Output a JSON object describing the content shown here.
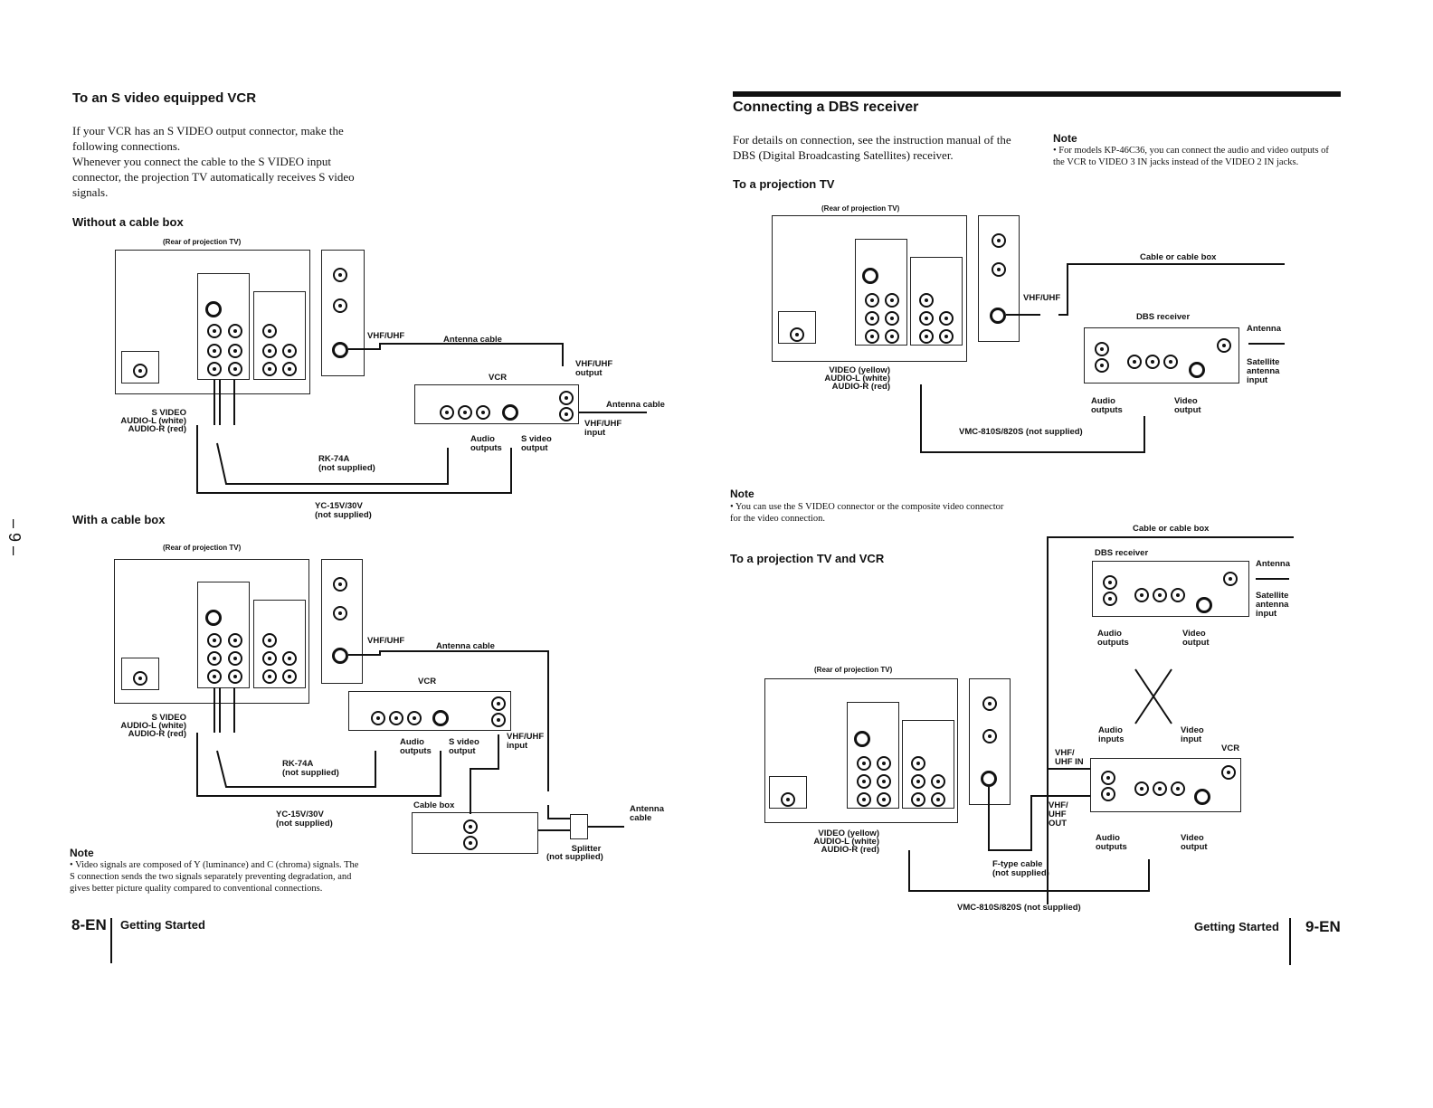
{
  "left": {
    "title": "To an S video equipped VCR",
    "intro1": "If your VCR has an S VIDEO output connector, make the following connections.",
    "intro2": "Whenever you connect the cable to the S VIDEO input connector, the projection TV automatically receives S video signals.",
    "sub1": "Without a cable box",
    "sub2": "With a cable box",
    "diagram1": {
      "rear": "(Rear of projection TV)",
      "vhf": "VHF/UHF",
      "antenna_cable": "Antenna cable",
      "vcr": "VCR",
      "vhf_output": "VHF/UHF output",
      "antenna_cable2": "Antenna cable",
      "vhf_input": "VHF/UHF input",
      "audio_outputs": "Audio outputs",
      "svideo_output": "S video output",
      "svideo": "S VIDEO",
      "audio_l": "AUDIO-L (white)",
      "audio_r": "AUDIO-R (red)",
      "rk": "RK-74A",
      "rk_ns": "(not supplied)",
      "yc": "YC-15V/30V",
      "yc_ns": "(not supplied)"
    },
    "diagram2": {
      "rear": "(Rear of projection TV)",
      "vhf": "VHF/UHF",
      "antenna_cable": "Antenna cable",
      "vcr": "VCR",
      "vhf_input": "VHF/UHF input",
      "audio_outputs": "Audio outputs",
      "svideo_output": "S video output",
      "svideo": "S VIDEO",
      "audio_l": "AUDIO-L (white)",
      "audio_r": "AUDIO-R (red)",
      "rk": "RK-74A",
      "rk_ns": "(not supplied)",
      "yc": "YC-15V/30V",
      "yc_ns": "(not supplied)",
      "cable_box": "Cable box",
      "splitter": "Splitter",
      "splitter_ns": "(not supplied)",
      "antenna_cable3": "Antenna cable"
    },
    "note_title": "Note",
    "note": "• Video signals are composed of Y (luminance) and C (chroma) signals. The S connection sends the two signals separately preventing degradation, and gives better picture quality compared to conventional connections.",
    "footer_page": "8-EN",
    "footer_section": "Getting Started",
    "margin_mark": "– 9 –"
  },
  "right": {
    "title": "Connecting a DBS receiver",
    "intro": "For details on connection, see the instruction manual of the DBS (Digital Broadcasting Satellites) receiver.",
    "note1_title": "Note",
    "note1": "• For models KP-46C36, you can connect the audio and video outputs of the VCR to VIDEO 3 IN jacks instead of the VIDEO 2 IN jacks.",
    "sub1": "To a projection TV",
    "diagram1": {
      "rear": "(Rear of projection TV)",
      "cable": "Cable or cable box",
      "vhf": "VHF/UHF",
      "dbs": "DBS receiver",
      "antenna": "Antenna",
      "sat": "Satellite antenna input",
      "video": "VIDEO (yellow)",
      "audio_l": "AUDIO-L (white)",
      "audio_r": "AUDIO-R (red)",
      "audio_outputs": "Audio outputs",
      "video_output": "Video output",
      "vmc": "VMC-810S/820S (not supplied)"
    },
    "note2_title": "Note",
    "note2": "• You can use the S VIDEO connector or the composite video connector for the video connection.",
    "sub2": "To a projection TV and VCR",
    "diagram2": {
      "cable": "Cable or cable box",
      "dbs": "DBS receiver",
      "antenna": "Antenna",
      "sat": "Satellite antenna input",
      "audio_outputs": "Audio outputs",
      "video_output": "Video output",
      "rear": "(Rear of projection TV)",
      "audio_inputs": "Audio inputs",
      "video_input": "Video input",
      "vcr": "VCR",
      "vhf_in": "VHF/ UHF IN",
      "vhf_out": "VHF/ UHF OUT",
      "video": "VIDEO (yellow)",
      "audio_l": "AUDIO-L (white)",
      "audio_r": "AUDIO-R (red)",
      "ftype": "F-type cable",
      "ftype_ns": "(not supplied)",
      "audio_outputs2": "Audio outputs",
      "video_output2": "Video output",
      "vmc": "VMC-810S/820S (not supplied)"
    },
    "footer_section": "Getting Started",
    "footer_page": "9-EN"
  }
}
